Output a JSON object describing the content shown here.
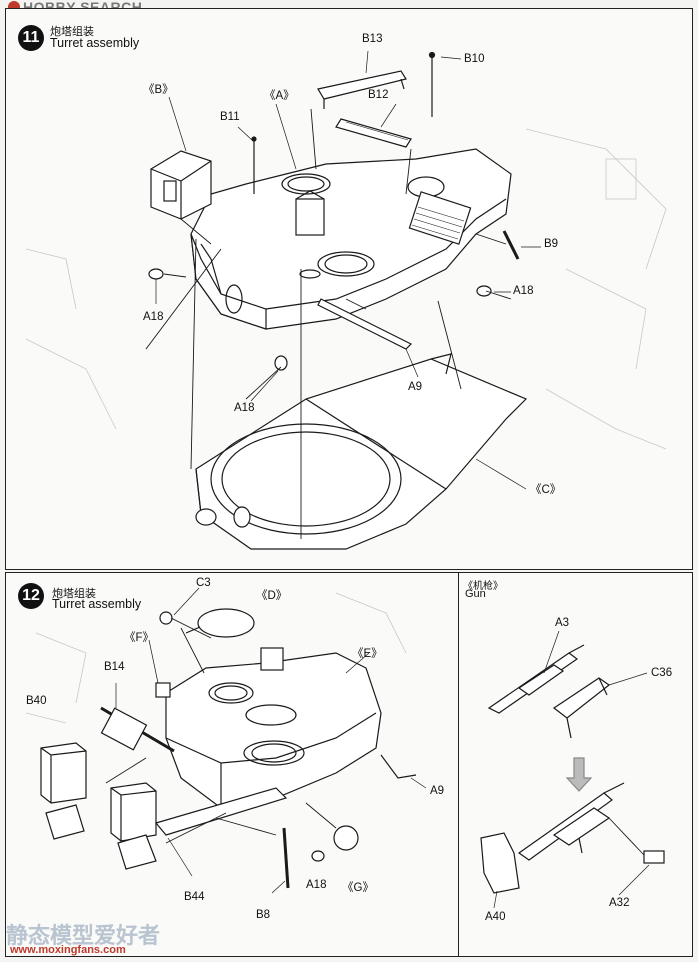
{
  "watermark_top": "HOBBY SEARCH",
  "watermark_bottom_cn": "静态模型爱好者",
  "watermark_bottom_url": "www.moxingfans.com",
  "step11": {
    "number": "11",
    "title_cn": "炮塔组装",
    "title_en": "Turret assembly",
    "labels": [
      "B13",
      "B10",
      "《B》",
      "《A》",
      "B11",
      "B12",
      "B9",
      "A18",
      "A18",
      "A18",
      "A9",
      "《C》"
    ]
  },
  "step12": {
    "number": "12",
    "title_cn": "炮塔组装",
    "title_en": "Turret assembly",
    "labels": [
      "C3",
      "《D》",
      "《F》",
      "《E》",
      "B14",
      "B40",
      "A9",
      "A18",
      "《G》",
      "B44",
      "B8"
    ]
  },
  "gun": {
    "title_cn": "《机枪》",
    "title_en": "Gun",
    "labels": [
      "A3",
      "C36",
      "A40",
      "A32"
    ]
  },
  "colors": {
    "line": "#1a1a1a",
    "paper": "#f4f4f2",
    "watermark_red": "#c0392b"
  }
}
